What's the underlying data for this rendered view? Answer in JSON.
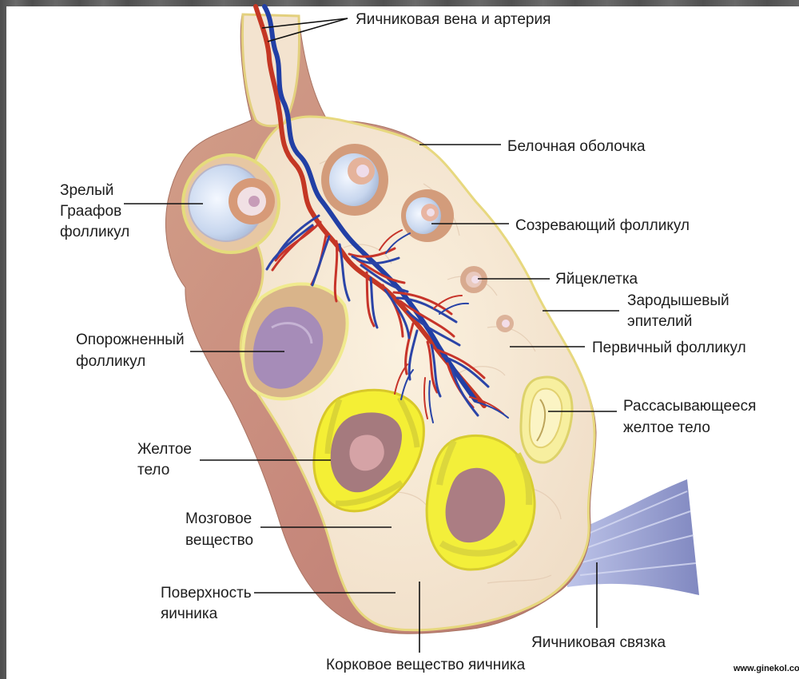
{
  "labels": {
    "ovarian_vessels": "Яичниковая вена и артерия",
    "tunica_albuginea": "Белочная оболочка",
    "mature_follicle_1": "Зрелый",
    "mature_follicle_2": "Граафов",
    "mature_follicle_3": "фолликул",
    "maturing_follicle": "Созревающий фолликул",
    "oocyte": "Яйцеклетка",
    "germinal_epithelium_1": "Зародышевый",
    "germinal_epithelium_2": "эпителий",
    "empty_follicle_1": "Опорожненный",
    "empty_follicle_2": "фолликул",
    "primary_follicle": "Первичный фолликул",
    "corpus_albicans_1": "Рассасывающееся",
    "corpus_albicans_2": "желтое тело",
    "corpus_luteum_1": "Желтое",
    "corpus_luteum_2": "тело",
    "medulla_1": "Мозговое",
    "medulla_2": "вещество",
    "surface_1": "Поверхность",
    "surface_2": "яичника",
    "ligament": "Яичниковая связка",
    "cortex": "Корковое вещество яичника",
    "watermark": "www.ginekol.com"
  },
  "colors": {
    "tissue_light": "#f3e2cb",
    "tissue_outer": "#d49c86",
    "border_yellow": "#efe58c",
    "artery": "#c62b22",
    "vein": "#2342a7",
    "corpus_luteum": "#f3ee32",
    "follicle_fluid": "#c9d7ef",
    "ligament": "#8c91c9"
  }
}
